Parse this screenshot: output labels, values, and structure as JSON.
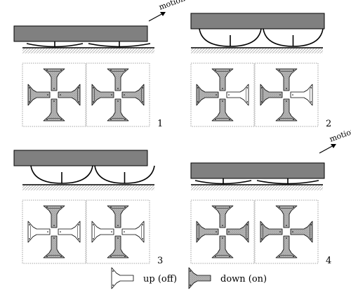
{
  "panels": [
    {
      "number": "1",
      "legs": "flat",
      "foot_states": [
        "down",
        "down",
        "down",
        "down",
        "down",
        "down",
        "down",
        "down"
      ],
      "motion": true
    },
    {
      "number": "2",
      "legs": "raised",
      "foot_states": [
        "down",
        "down",
        "up",
        "down",
        "down",
        "down",
        "up",
        "down"
      ],
      "motion": false
    },
    {
      "number": "3",
      "legs": "raised",
      "foot_states": [
        "down",
        "up",
        "up",
        "down",
        "down",
        "up",
        "up",
        "down"
      ],
      "motion": false
    },
    {
      "number": "4",
      "legs": "flat",
      "foot_states": [
        "down",
        "down",
        "down",
        "down",
        "down",
        "down",
        "down",
        "down"
      ],
      "motion": true
    }
  ],
  "motion_label": "motion",
  "legend": {
    "up_label": "up (off)",
    "down_label": "down (on)"
  },
  "colors": {
    "body": "#808080",
    "foot_on": "#b4b4b4",
    "foot_off": "#ffffff",
    "stroke": "#000000",
    "frame": "#888888"
  }
}
